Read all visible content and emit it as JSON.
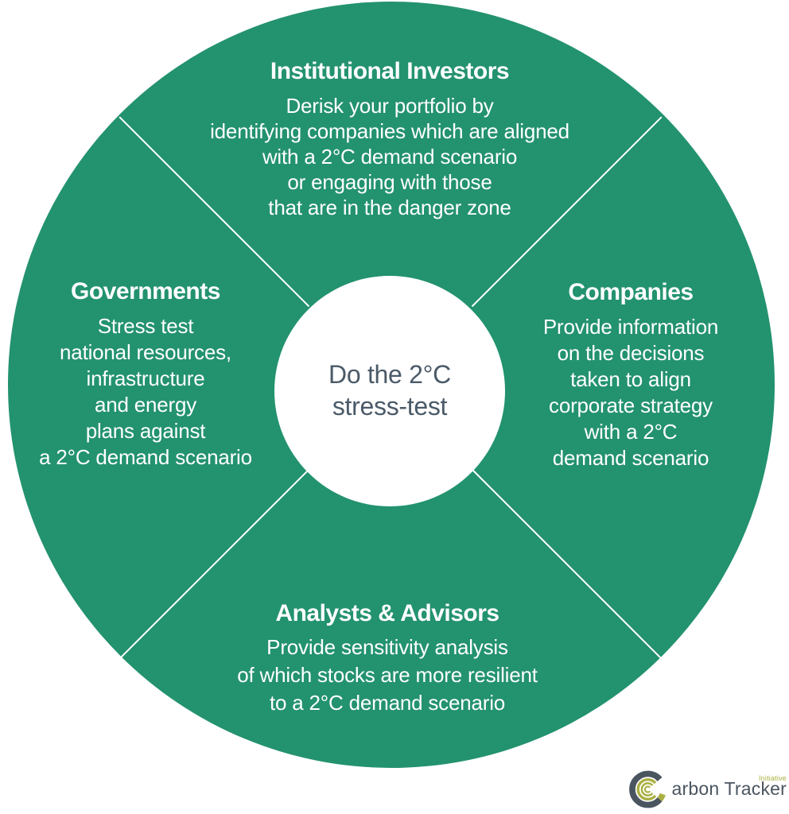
{
  "diagram": {
    "center": {
      "lines": [
        "Do the 2°C",
        "stress-test"
      ]
    },
    "quadrants": {
      "top": {
        "title": "Institutional Investors",
        "body": [
          "Derisk your portfolio by",
          "identifying companies which are aligned",
          "with a 2°C demand scenario",
          "or engaging with those",
          "that are in the danger zone"
        ]
      },
      "right": {
        "title": "Companies",
        "body": [
          "Provide information",
          "on the decisions",
          "taken to align",
          "corporate strategy",
          "with a 2°C",
          "demand scenario"
        ]
      },
      "bottom": {
        "title": "Analysts & Advisors",
        "body": [
          "Provide sensitivity analysis",
          "of which stocks are more resilient",
          "to a 2°C demand scenario"
        ]
      },
      "left": {
        "title": "Governments",
        "body": [
          "Stress test",
          "national resources,",
          "infrastructure",
          "and energy",
          "plans against",
          "a 2°C demand scenario"
        ]
      }
    },
    "colors": {
      "wheel_green": "#23926F",
      "divider_white": "#FFFFFF",
      "center_text_slate": "#4B5A68"
    }
  },
  "logo": {
    "text_after_icon": "arbon Tracker",
    "superscript": "Initiative",
    "colors": {
      "slate": "#4A5560",
      "olive": "#ABB042"
    }
  }
}
